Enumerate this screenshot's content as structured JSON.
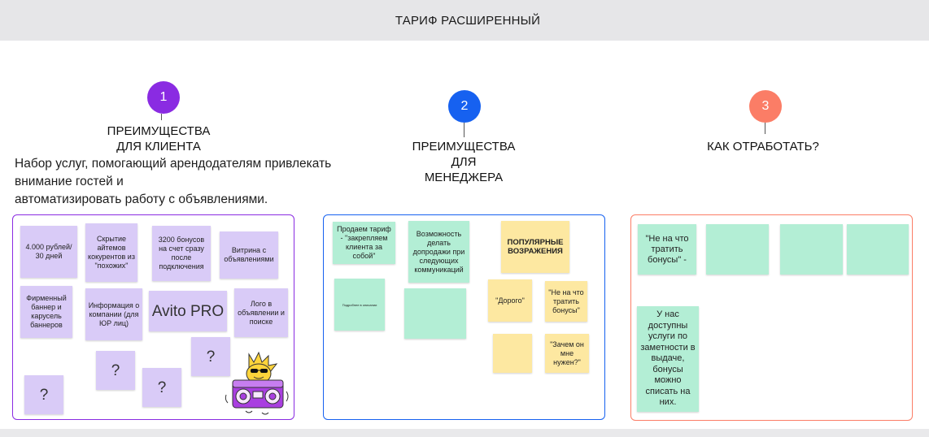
{
  "header": {
    "title": "ТАРИФ РАСШИРЕННЫЙ"
  },
  "colors": {
    "accent_purple": "#8a2be2",
    "accent_blue": "#1661f0",
    "accent_coral": "#fb7d66",
    "sticky_purple": "#d9cbf7",
    "sticky_green": "#b3eed5",
    "sticky_yellow": "#fde8a1"
  },
  "sections": [
    {
      "number": "1",
      "heading": "ПРЕИМУЩЕСТВА\nДЛЯ КЛИЕНТА",
      "description": [
        "Набор услуг, помогающий арендодателям привлекать",
        "внимание гостей и",
        "автоматизировать работу с объявлениями."
      ],
      "stickies": [
        "4.000 рублей/ 30 дней",
        "Скрытие айтемов кокурентов из \"похожих\"",
        "3200 бонусов на счет сразу после подключения",
        "Витрина с объявлениями",
        "Фирменный баннер и карусель баннеров",
        "Информация о компании (для ЮР лиц)",
        "Avito PRO",
        "Лого в объявлении и поиске",
        "?",
        "?",
        "?",
        "?"
      ],
      "mascot_icon": "sunglasses-boombox-mascot"
    },
    {
      "number": "2",
      "heading": "ПРЕИМУЩЕСТВА\nДЛЯ\nМЕНЕДЖЕРА",
      "stickies": [
        "Продаем тариф - \"закрепляем клиента за собой\"",
        "Возможность делать допродажи при следующих коммуникаций",
        "ПОПУЛЯРНЫЕ ВОЗРАЖЕНИЯ",
        "Подробнее в описании",
        "",
        "\"Дорого\"",
        "\"Не на что тратить бонусы\"",
        "",
        "\"Зачем он мне нужен?\""
      ]
    },
    {
      "number": "3",
      "heading": "КАК ОТРАБОТАТЬ?",
      "stickies": [
        "\"Не на что тратить бонусы\" -",
        "",
        "",
        "",
        "У нас доступны услуги по заметности в выдаче, бонусы можно списать на них."
      ]
    }
  ]
}
